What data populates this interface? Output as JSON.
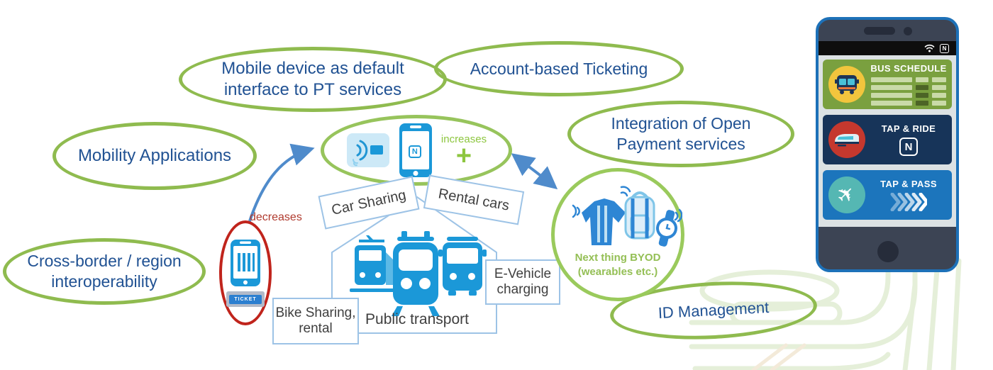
{
  "diagram": {
    "callouts": [
      {
        "label": "Mobile device as default interface to PT services"
      },
      {
        "label": "Account-based Ticketing"
      },
      {
        "label": "Mobility Applications"
      },
      {
        "label": "Integration of Open Payment services"
      },
      {
        "label": "Cross-border / region interoperability"
      },
      {
        "label": "ID Management"
      }
    ],
    "center": {
      "increases_label": "increases",
      "plus_glyph": "+"
    },
    "decreases_label": "decreases",
    "ticket_label": "TICKET",
    "nfc_glyph": "N",
    "house": {
      "car_sharing": "Car Sharing",
      "rental_cars": "Rental cars",
      "bike_sharing": "Bike Sharing,\nrental",
      "e_vehicle": "E-Vehicle\ncharging",
      "public_transport": "Public transport"
    },
    "byod_label": "Next thing BYOD\n(wearables etc.)"
  },
  "phone": {
    "nfc_glyph": "N",
    "plane_glyph": "✈",
    "cards": [
      {
        "title": "BUS SCHEDULE"
      },
      {
        "title": "TAP & RIDE"
      },
      {
        "title": "TAP & PASS"
      }
    ]
  },
  "colors": {
    "callout_green": "#8fbb4f",
    "callout_text_blue": "#215293",
    "increase_green": "#8dc63f",
    "decrease_red": "#b03a2e",
    "red_ellipse": "#c0241c",
    "arrow_blue": "#4f8bcb",
    "icon_blue": "#1b98d8",
    "box_border_blue": "#9dc3e6",
    "phone_frame_blue": "#1d71b8",
    "card_green": "#7aa03f",
    "card_navy": "#173459",
    "card_blue": "#1c75bc",
    "accent_yellow": "#f2c53d",
    "accent_red": "#c5382e",
    "accent_teal": "#55b7b3"
  }
}
